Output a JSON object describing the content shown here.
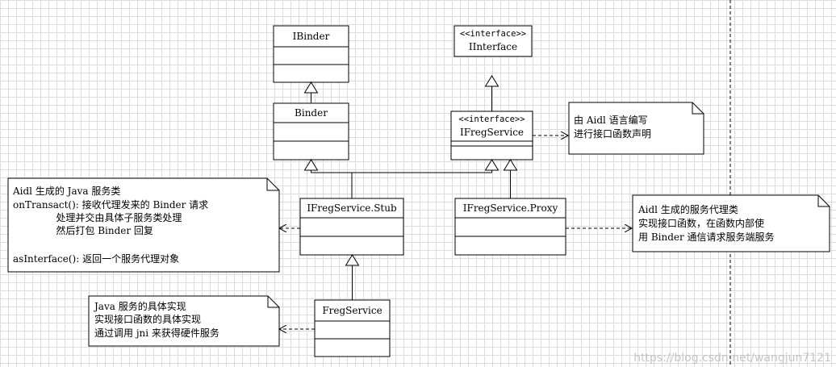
{
  "classes": {
    "ibinder": {
      "name": "IBinder",
      "stereotype": ""
    },
    "binder": {
      "name": "Binder",
      "stereotype": ""
    },
    "iinterface": {
      "name": "IInterface",
      "stereotype": "<<interface>>"
    },
    "ifregservice": {
      "name": "IFregService",
      "stereotype": "<<interface>>"
    },
    "stub": {
      "name": "IFregService.Stub",
      "stereotype": ""
    },
    "proxy": {
      "name": "IFregService.Proxy",
      "stereotype": ""
    },
    "fregservice": {
      "name": "FregService",
      "stereotype": ""
    }
  },
  "notes": {
    "aidl": [
      "由 Aidl 语言编写",
      "进行接口函数声明"
    ],
    "stub": [
      "Aidl 生成的 Java 服务类",
      "onTransact(): 接收代理发来的 Binder 请求",
      "              处理并交由具体子服务类处理",
      "              然后打包 Binder 回复",
      "",
      "asInterface(): 返回一个服务代理对象"
    ],
    "proxy": [
      "Aidl 生成的服务代理类",
      "实现接口函数，在函数内部使",
      "用 Binder 通信请求服务端服务"
    ],
    "service": [
      "Java 服务的具体实现",
      "实现接口函数的具体实现",
      "通过调用 jni 来获得硬件服务"
    ]
  },
  "watermark": "https://blog.csdn.net/wangjun7121"
}
